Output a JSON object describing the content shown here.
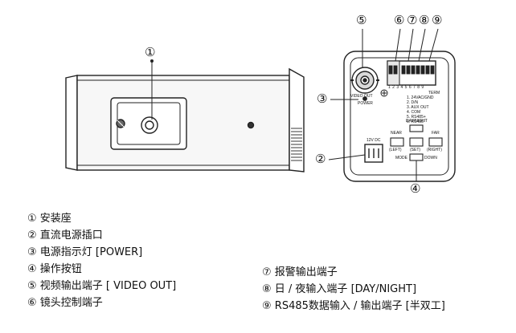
{
  "callouts": {
    "c1": "①",
    "c2": "②",
    "c3": "③",
    "c4": "④",
    "c5": "⑤",
    "c6": "⑥",
    "c7": "⑦",
    "c8": "⑧",
    "c9": "⑨"
  },
  "rear_panel": {
    "video_out": "VIDEO OUT",
    "power": "POWER",
    "terminal_numbers": "1 2 3 4 5 6 7 8 9",
    "term_title": "TERM",
    "term_lines": [
      "1. 24VAC/GND",
      "2. D/N",
      "3. AUX OUT",
      "4. COM",
      "5. RS485+",
      "6. RS485-"
    ],
    "dc_label": "12V DC",
    "button_labels": [
      "NEAR",
      "DAY/NIGHT",
      "FAR"
    ],
    "button_sub_labels": [
      "(LEFT)",
      "(SET)",
      "(RIGHT)"
    ],
    "mode_label": "MODE",
    "down_label": "DOWN"
  },
  "legend": {
    "left": [
      "① 安装座",
      "② 直流电源插口",
      "③ 电源指示灯 [POWER]",
      "④ 操作按钮",
      "⑤ 视频输出端子 [ VIDEO OUT]",
      "⑥ 镜头控制端子"
    ],
    "right": [
      "⑦ 报警输出端子",
      "⑧ 日 / 夜输入端子 [DAY/NIGHT]",
      "⑨ RS485数据输入 / 输出端子 [半双工]"
    ]
  }
}
